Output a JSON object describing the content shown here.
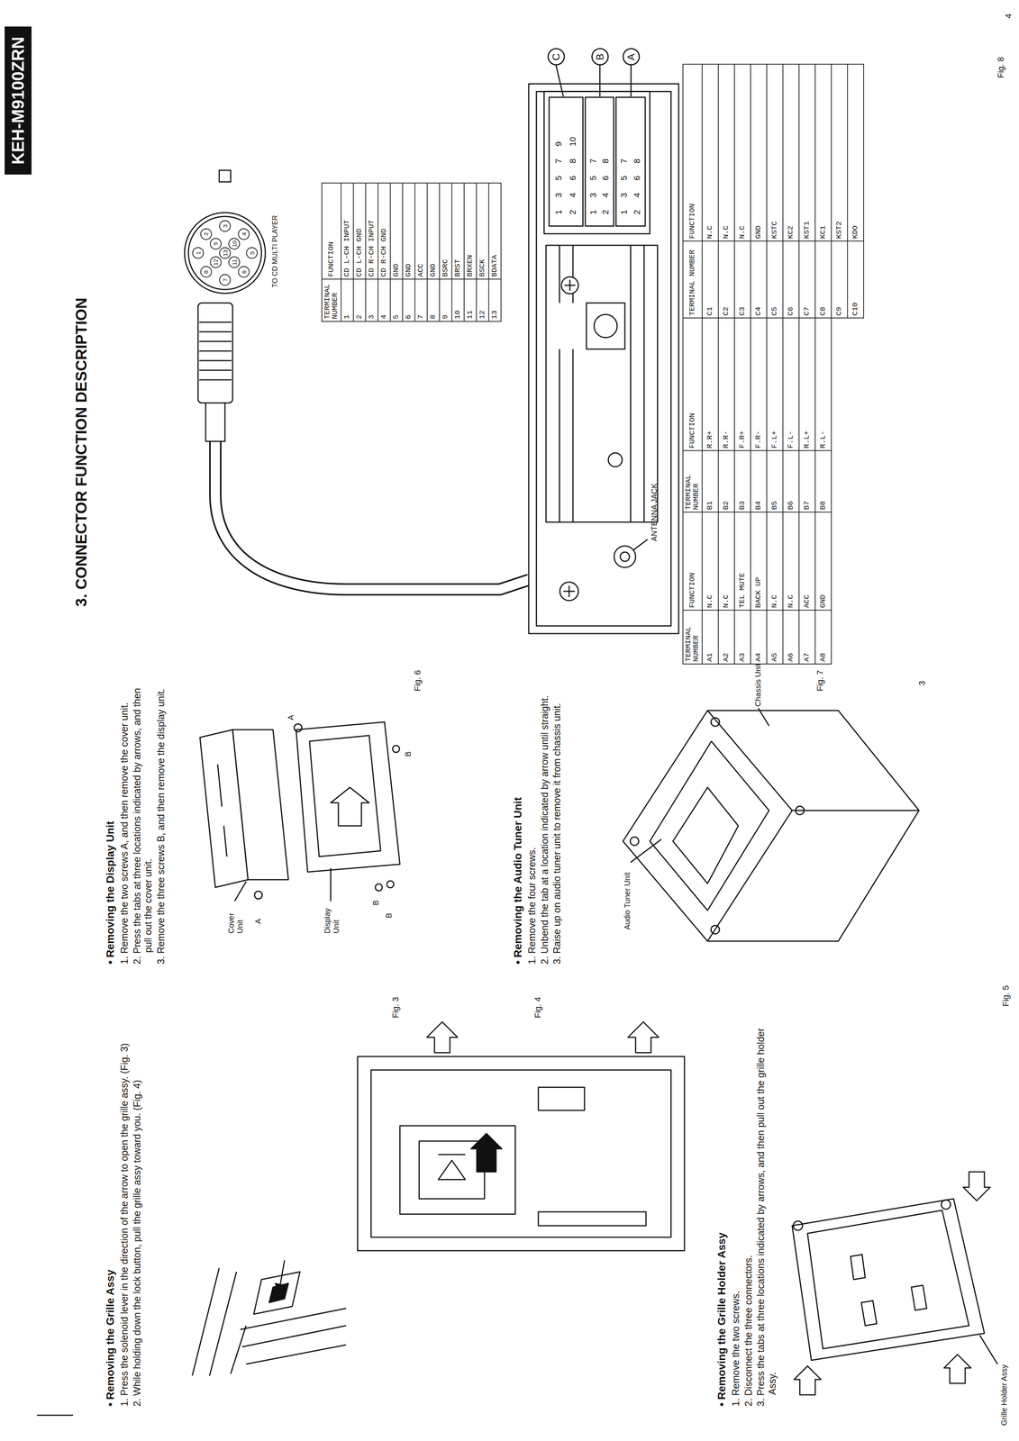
{
  "diagram": {
    "title": "3. CONNECTOR FUNCTION DESCRIPTION",
    "nodes": [
      {
        "text": [
          "KEH-M9100ZRN"
        ]
      },
      {
        "text": [
          "C"
        ]
      },
      {
        "text": [
          "B"
        ]
      },
      {
        "text": [
          "A"
        ]
      }
    ],
    "labels": [
      "• Removing the Grille Assy",
      "1. Press the solenoid lever in the direction of the arrow to open the grille assy. (Fig. 3)",
      "2. While holding down the lock button, pull the grille assy toward you. (Fig. 4)",
      "• Removing the Display Unit",
      "1. Remove the two screws A, and then remove the cover unit.",
      "2. Press the tabs at three locations indicated by arrows, and then pull out the cover unit.",
      "3. Remove the three screws B, and then remove the display unit.",
      "• Removing the Grille Holder Assy",
      "1. Remove the two screws.",
      "2. Disconnect the three connectors.",
      "3. Press the tabs at three locations indicated by arrows, and then pull out the grille holder Assy.",
      "• Removing the Audio Tuner Unit",
      "1. Remove the four screws.",
      "2. Unbend the tab at a location indicated by arrow until straight.",
      "3. Raise up on audio tuner unit to remove it from chassis unit.",
      "Fig. 3",
      "Fig. 4",
      "Fig. 5",
      "Fig. 6",
      "Fig. 7",
      "3",
      "Cover Unit",
      "Display Unit",
      "A",
      "A",
      "B",
      "B",
      "B",
      "Grille Holder Assy",
      "Audio Tuner Unit",
      "Chassis Unit",
      "TO CD MULTI PLAYER",
      "ANTENNA JACK",
      "Fig. 8",
      "4",
      "1 3 5 7 9",
      "2 4 6 8 10",
      "1 3 5 7",
      "2 4 6 8",
      "1 3 5 7",
      "2 4 6 8",
      "TERMINAL NUMBER",
      "FUNCTION",
      "1",
      "CD L-CH INPUT",
      "2",
      "CD L-CH GND",
      "3",
      "CD R-CH INPUT",
      "4",
      "CD R-CH GND",
      "5",
      "GND",
      "6",
      "GND",
      "7",
      "ACC",
      "8",
      "GND",
      "9",
      "BSRC",
      "10",
      "BRST",
      "11",
      "BRXEN",
      "12",
      "BSCK",
      "13",
      "BDATA",
      "TERMINAL NUMBER",
      "FUNCTION",
      "A1",
      "N.C",
      "A2",
      "N.C",
      "A3",
      "TEL MUTE",
      "A4",
      "BACK UP",
      "A5",
      "N.C",
      "A6",
      "N.C",
      "A7",
      "ACC",
      "A8",
      "GND",
      "TERMINAL NUMBER",
      "FUNCTION",
      "B1",
      "R.R+",
      "B2",
      "R.R-",
      "B3",
      "F.R+",
      "B4",
      "F.R-",
      "B5",
      "F.L+",
      "B6",
      "F.L-",
      "B7",
      "R.L+",
      "B8",
      "R.L-",
      "TERMINAL NUMBER",
      "FUNCTION",
      "C1",
      "N.C",
      "C2",
      "N.C",
      "C3",
      "N.C",
      "C4",
      "GND",
      "C5",
      "KSTC",
      "C6",
      "KC2",
      "C7",
      "KST1",
      "C8",
      "KC1",
      "C9",
      "KST2",
      "C10",
      "KDO",
      "1",
      "2",
      "3",
      "4",
      "5",
      "6",
      "7",
      "8",
      "9",
      "10",
      "11",
      "12",
      "13"
    ]
  }
}
